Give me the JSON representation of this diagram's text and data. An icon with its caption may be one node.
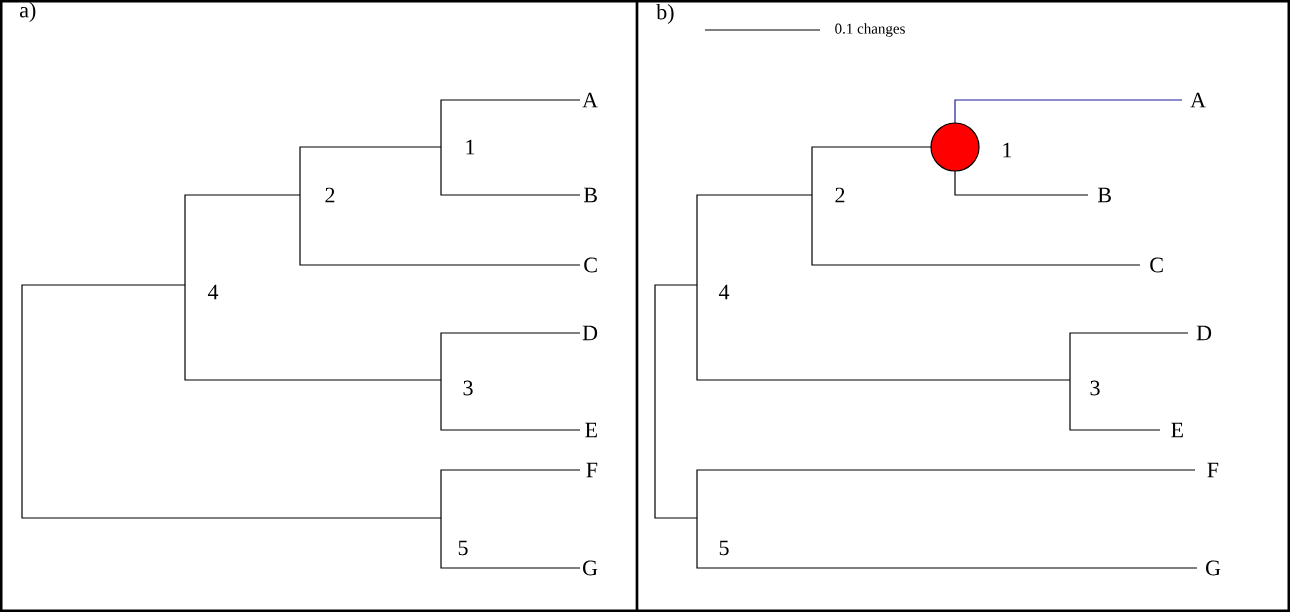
{
  "diagram": {
    "nodes": [
      {
        "text": [
          "A"
        ]
      },
      {
        "text": [
          "B"
        ]
      },
      {
        "text": [
          "C"
        ]
      },
      {
        "text": [
          "D"
        ]
      },
      {
        "text": [
          "E"
        ]
      },
      {
        "text": [
          "F"
        ]
      },
      {
        "text": [
          "G"
        ]
      },
      {
        "text": [
          "1"
        ]
      },
      {
        "text": [
          "2"
        ]
      },
      {
        "text": [
          "3"
        ]
      },
      {
        "text": [
          "4"
        ]
      },
      {
        "text": [
          "5"
        ]
      },
      {
        "text": [
          "A"
        ]
      },
      {
        "text": [
          "B"
        ]
      },
      {
        "text": [
          "C"
        ]
      },
      {
        "text": [
          "D"
        ]
      },
      {
        "text": [
          "E"
        ]
      },
      {
        "text": [
          "F"
        ]
      },
      {
        "text": [
          "G"
        ]
      },
      {
        "text": [
          "1"
        ]
      },
      {
        "text": [
          "2"
        ]
      },
      {
        "text": [
          "3"
        ]
      },
      {
        "text": [
          "4"
        ]
      },
      {
        "text": [
          "5"
        ]
      }
    ],
    "edges": [
      {
        "from": 7,
        "to": 0,
        "arrow": "none"
      },
      {
        "from": 7,
        "to": 1,
        "arrow": "none"
      },
      {
        "from": 8,
        "to": 7,
        "arrow": "none"
      },
      {
        "from": 8,
        "to": 2,
        "arrow": "none"
      },
      {
        "from": 10,
        "to": 8,
        "arrow": "none"
      },
      {
        "from": 10,
        "to": 9,
        "arrow": "none"
      },
      {
        "from": 9,
        "to": 3,
        "arrow": "none"
      },
      {
        "from": 9,
        "to": 4,
        "arrow": "none"
      },
      {
        "from": 11,
        "to": 5,
        "arrow": "none"
      },
      {
        "from": 11,
        "to": 6,
        "arrow": "none"
      },
      {
        "from": null,
        "to": 10,
        "arrow": "none"
      },
      {
        "from": null,
        "to": 11,
        "arrow": "none"
      },
      {
        "from": 19,
        "to": 12,
        "arrow": "none",
        "color": "#1c1ca0"
      },
      {
        "from": 19,
        "to": 13,
        "arrow": "none"
      },
      {
        "from": 20,
        "to": 19,
        "arrow": "none"
      },
      {
        "from": 20,
        "to": 14,
        "arrow": "none"
      },
      {
        "from": 22,
        "to": 20,
        "arrow": "none"
      },
      {
        "from": 22,
        "to": 21,
        "arrow": "none"
      },
      {
        "from": 21,
        "to": 15,
        "arrow": "none"
      },
      {
        "from": 21,
        "to": 16,
        "arrow": "none"
      },
      {
        "from": 23,
        "to": 17,
        "arrow": "none"
      },
      {
        "from": 23,
        "to": 18,
        "arrow": "none"
      },
      {
        "from": null,
        "to": 22,
        "arrow": "none"
      },
      {
        "from": null,
        "to": 23,
        "arrow": "none"
      }
    ],
    "labels": [
      "a)",
      "b)",
      "0.1 changes"
    ]
  }
}
